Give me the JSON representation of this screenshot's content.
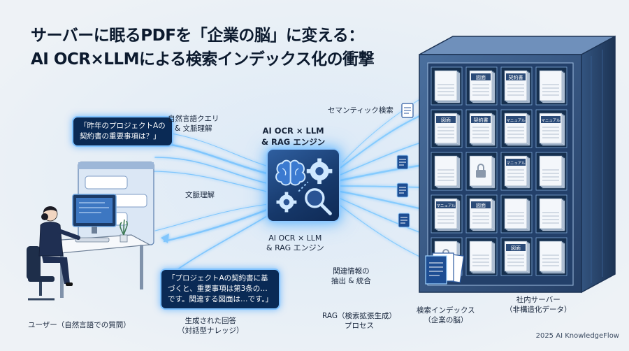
{
  "title": {
    "line1": "サーバーに眠るPDFを「企業の脳」に変える：",
    "line2": "AI OCR×LLMによる検索インデックス化の衝撃"
  },
  "labels": {
    "natural_query": [
      "自然言語クエリ",
      "& 文脈理解"
    ],
    "engine_top": [
      "AI OCR × LLM",
      "& RAG エンジン"
    ],
    "semantic_search": "セマンティック検索",
    "context": "文脈理解",
    "engine_bottom": [
      "AI OCR × LLM",
      "& RAG エンジン"
    ],
    "related_info": [
      "関連情報の",
      "抽出 & 統合"
    ],
    "user": "ユーザー（自然言語での質問）",
    "generated_answer": [
      "生成された回答",
      "（対話型ナレッジ）"
    ],
    "rag_process": [
      "RAG（検索拡張生成）",
      "プロセス"
    ],
    "search_index": [
      "検索インデックス",
      "（企業の脳）"
    ],
    "server": [
      "社内サーバー",
      "（非構造化データ）"
    ]
  },
  "bubbles": {
    "question": [
      "「昨年のプロジェクトAの",
      "契約書の重要事項は？」"
    ],
    "answer": [
      "「プロジェクトAの契約書に基",
      "づくと、重要事項は第3条の…",
      "です。関連する図面は…です。」"
    ]
  },
  "doc_labels": {
    "zumen": "図面",
    "keiyakusho": "契約書",
    "manual": "マニュアル"
  },
  "footer": "2025 AI KnowledgeFlow",
  "colors": {
    "glow": "#6fc0ff",
    "engine": "#1f4a85",
    "server": "#2d4f7e",
    "bubble": "#0a2a55"
  },
  "icons": [
    "brain-icon",
    "gear-icon",
    "magnifier-icon",
    "document-icon",
    "lock-icon",
    "monitor-icon",
    "person-icon",
    "chat-icon"
  ]
}
